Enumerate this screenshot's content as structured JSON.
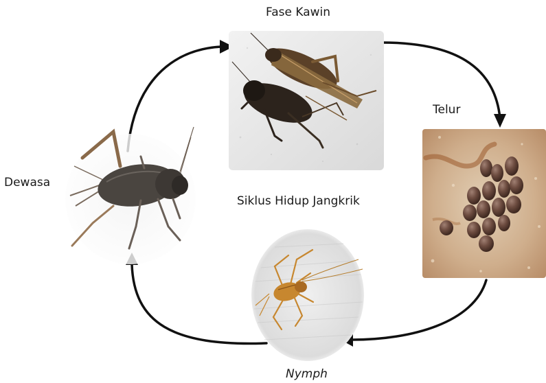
{
  "diagram": {
    "title": "Siklus Hidup Jangkrik",
    "stages": {
      "mating": "Fase Kawin",
      "eggs": "Telur",
      "nymph": "Nymph",
      "adult": "Dewasa"
    },
    "colors": {
      "arrow": "#111111",
      "egg": "#6b4a3e",
      "sand": "#d8c2a6",
      "cricket_dark": "#3a3028",
      "cricket_brown": "#9a6a3a",
      "nymph_body": "#c7872f"
    }
  }
}
